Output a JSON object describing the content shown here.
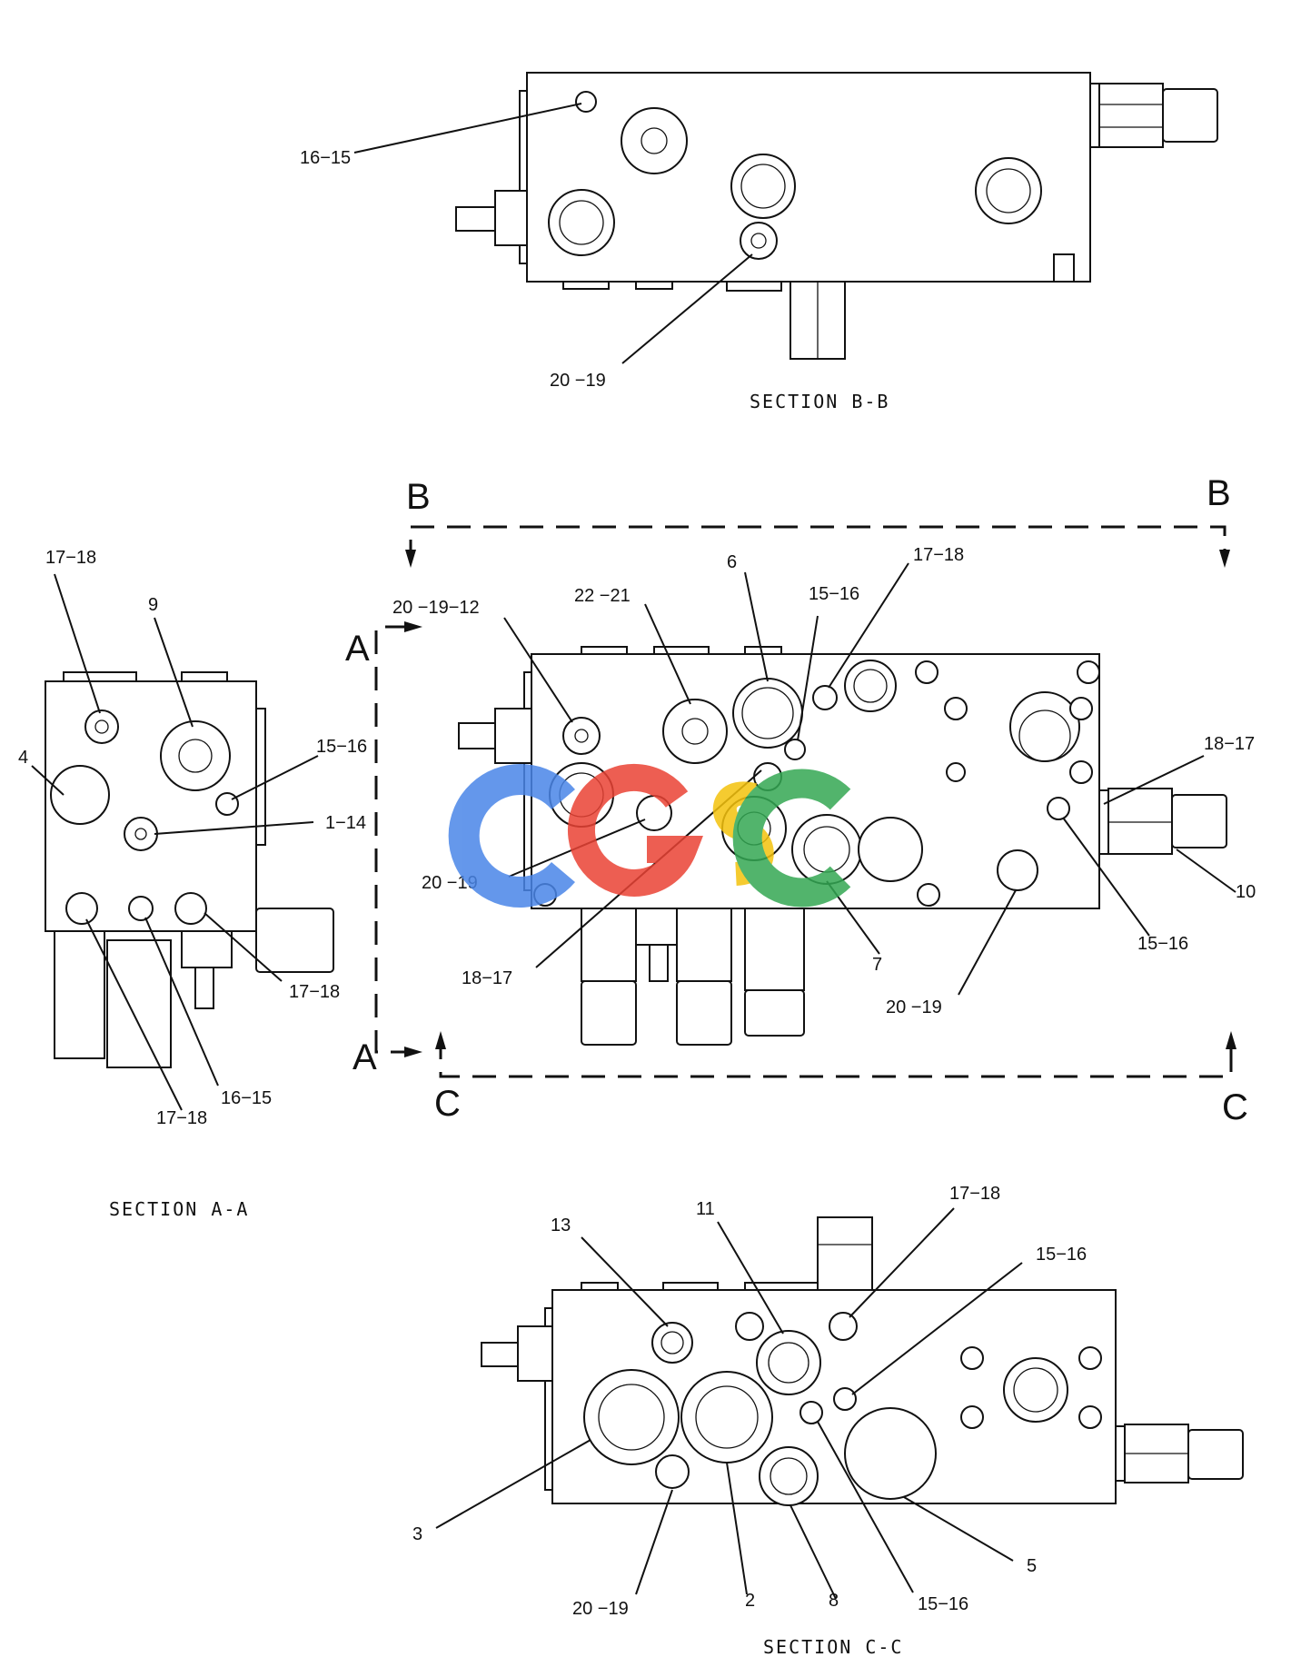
{
  "sections": {
    "b": "SECTION B-B",
    "a": "SECTION A-A",
    "c": "SECTION C-C"
  },
  "section_markers": {
    "b_left": "B",
    "b_right": "B",
    "a_top": "A",
    "a_bottom": "A",
    "c_left": "C",
    "c_right": "C"
  },
  "watermark": {
    "text": "CGSC",
    "colors": [
      "#4a86e8",
      "#ea4335",
      "#f4c20d",
      "#34a853"
    ]
  },
  "callouts": {
    "bb_1": "16−15",
    "bb_2": "20 −19",
    "aa_1": "17−18",
    "aa_2": "9",
    "aa_3": "4",
    "aa_4": "15−16",
    "aa_5": "1−14",
    "aa_6": "17−18",
    "aa_7": "16−15",
    "aa_8": "17−18",
    "m_1": "20 −19−12",
    "m_2": "22 −21",
    "m_3": "6",
    "m_4": "15−16",
    "m_5": "17−18",
    "m_6": "18−17",
    "m_7": "20 −19",
    "m_8": "10",
    "m_9": "18−17",
    "m_10": "7",
    "m_11": "15−16",
    "m_12": "20 −19",
    "cc_1": "13",
    "cc_2": "11",
    "cc_3": "17−18",
    "cc_4": "15−16",
    "cc_5": "3",
    "cc_6": "20 −19",
    "cc_7": "2",
    "cc_8": "8",
    "cc_9": "15−16",
    "cc_10": "5"
  }
}
